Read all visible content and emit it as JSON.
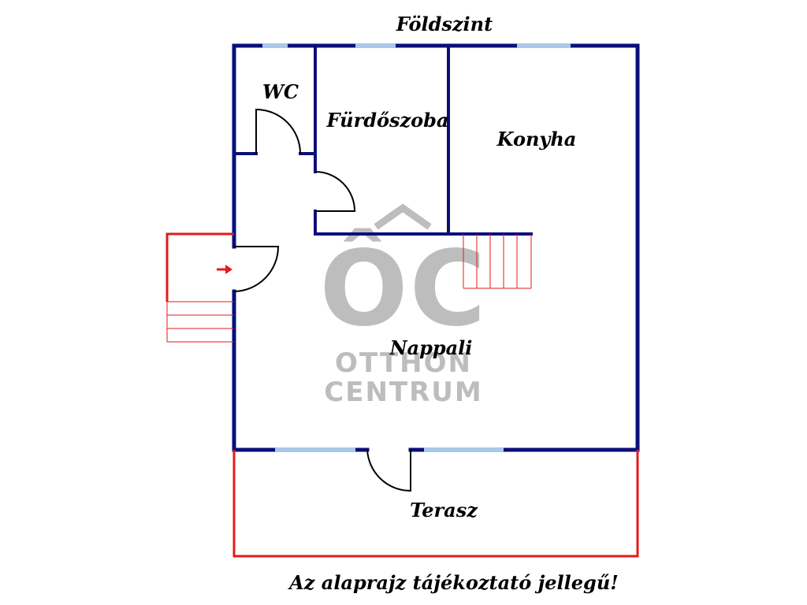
{
  "title": "Földszint",
  "rooms": {
    "wc": "WC",
    "bathroom": "Fürdőszoba",
    "kitchen": "Konyha",
    "living_room": "Nappali",
    "terrace": "Terasz"
  },
  "disclaimer": "Az alaprajz tájékoztató jellegű!",
  "watermark": {
    "monogram": "ÔC",
    "line1": "OTTHON",
    "line2": "CENTRUM"
  },
  "colors": {
    "wall": "#0a0f7a",
    "window": "#a9c8ea",
    "door": "#000000",
    "stairs": "#e31b1b",
    "watermark": "#bdbdbd"
  }
}
